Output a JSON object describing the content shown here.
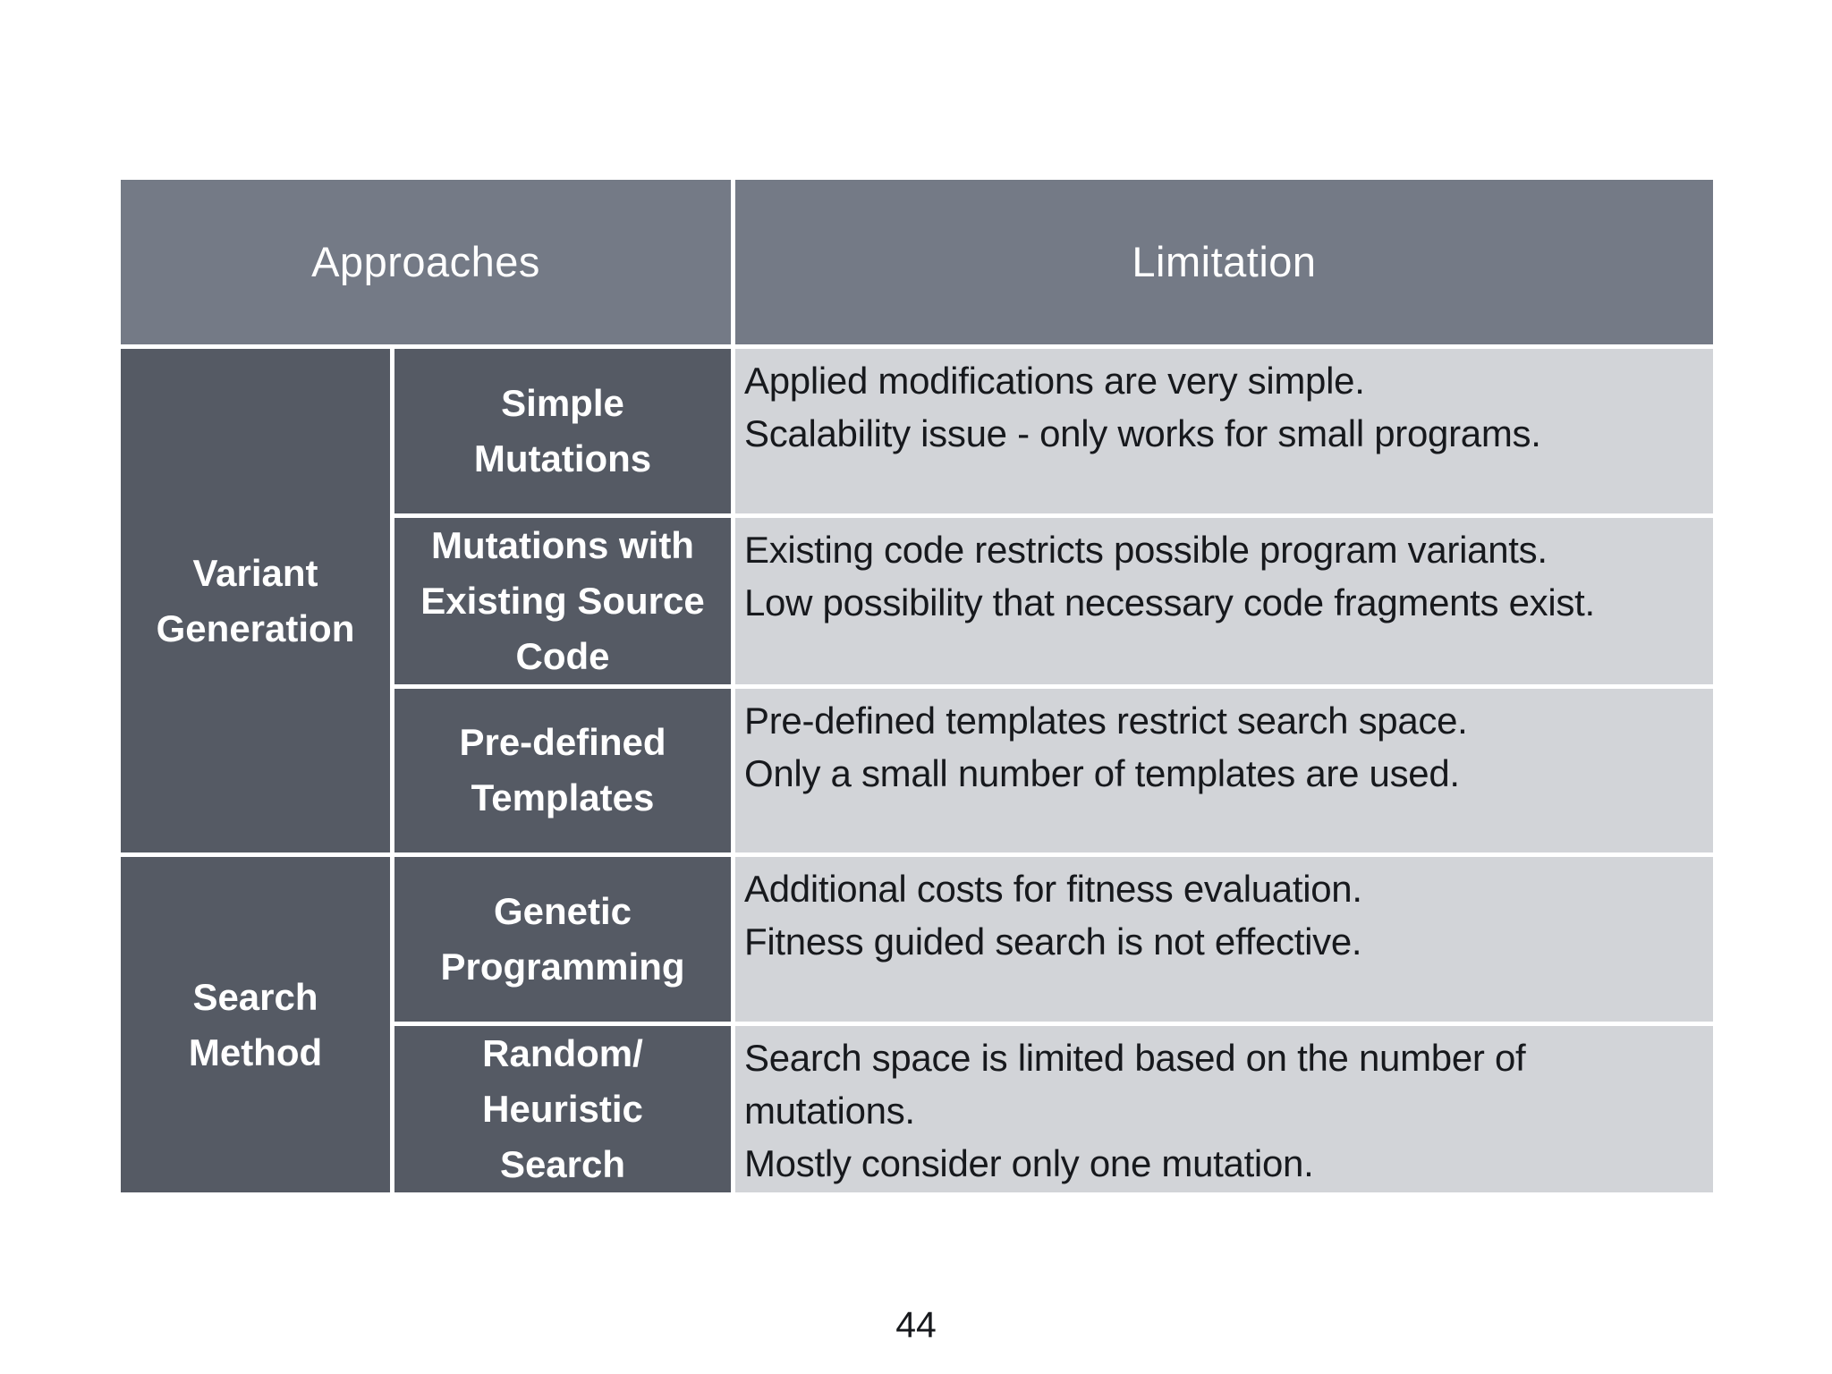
{
  "slide": {
    "page_number": "44"
  },
  "colors": {
    "slide_bg": "#ffffff",
    "header_bg": "#747a86",
    "label_bg": "#555a64",
    "body_bg": "#d2d4d8",
    "header_text": "#ffffff",
    "body_text": "#17191d"
  },
  "table": {
    "header": {
      "approaches": "Approaches",
      "limitation": "Limitation"
    },
    "groups": [
      {
        "label": "Variant\nGeneration",
        "rows": [
          {
            "approach": "Simple\nMutations",
            "limitation": "Applied modifications are very simple.\nScalability issue - only works for small programs."
          },
          {
            "approach": "Mutations with\nExisting Source\nCode",
            "limitation": "Existing code restricts possible program variants.\nLow possibility that necessary code fragments exist."
          },
          {
            "approach": "Pre-defined\nTemplates",
            "limitation": "Pre-defined templates restrict search space.\nOnly a small number of templates are used."
          }
        ]
      },
      {
        "label": "Search\nMethod",
        "rows": [
          {
            "approach": "Genetic\nProgramming",
            "limitation": "Additional costs for fitness evaluation.\nFitness guided search is not effective."
          },
          {
            "approach": "Random/\nHeuristic\nSearch",
            "limitation": "Search space is limited based on the number of mutations.\nMostly consider only one mutation."
          }
        ]
      }
    ]
  }
}
